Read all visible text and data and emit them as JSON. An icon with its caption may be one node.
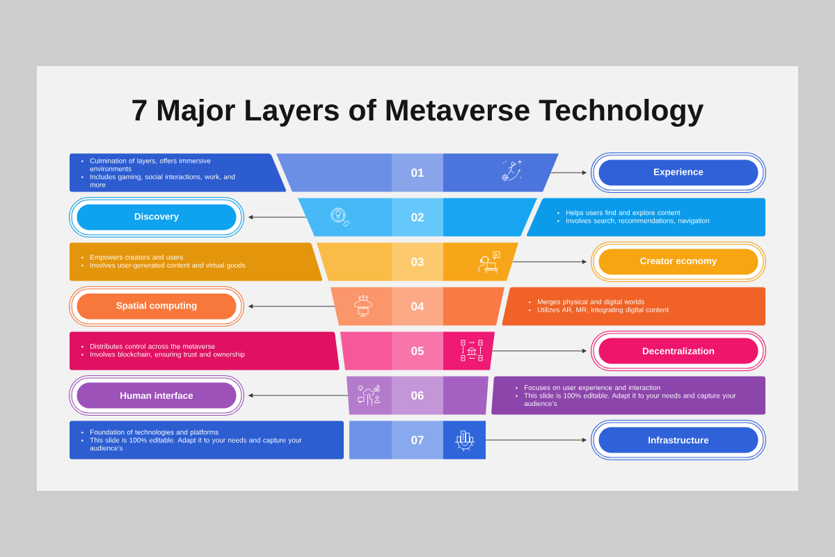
{
  "diagram": {
    "title": "7 Major Layers of Metaverse Technology",
    "nodes": [
      {
        "text": [
          "Culmination of layers, offers immersive environments",
          "Includes gaming, social interactions, work, and more"
        ]
      },
      {
        "text": [
          "01"
        ]
      },
      {
        "text": [
          "Experience"
        ]
      },
      {
        "text": [
          "Discovery"
        ]
      },
      {
        "text": [
          "02"
        ]
      },
      {
        "text": [
          "Helps users find and explore content",
          "Involves search, recommendations, navigation"
        ]
      },
      {
        "text": [
          "Empowers creators and users",
          "Involves user-generated content and virtual goods"
        ]
      },
      {
        "text": [
          "03"
        ]
      },
      {
        "text": [
          "Creator economy"
        ]
      },
      {
        "text": [
          "Spatial computing"
        ]
      },
      {
        "text": [
          "04"
        ]
      },
      {
        "text": [
          "Merges physical and digital worlds",
          "Utilizes AR, MR, integrating digital content"
        ]
      },
      {
        "text": [
          "Distributes control across the metaverse",
          "Involves blockchain, ensuring trust and ownership"
        ]
      },
      {
        "text": [
          "05"
        ]
      },
      {
        "text": [
          "Decentralization"
        ]
      },
      {
        "text": [
          "Human interface"
        ]
      },
      {
        "text": [
          "06"
        ]
      },
      {
        "text": [
          "Focuses on user experience and interaction",
          "This slide is 100% editable. Adapt it to your needs and capture your audience’s"
        ]
      },
      {
        "text": [
          "Foundation of technologies and platforms",
          "This slide is 100% editable. Adapt it to your needs and capture your audience’s"
        ]
      },
      {
        "text": [
          "07"
        ]
      },
      {
        "text": [
          "Infrastructure"
        ]
      }
    ],
    "edges": [
      {
        "from": 1,
        "to": 2,
        "arrow": "to"
      },
      {
        "from": 4,
        "to": 3,
        "arrow": "to"
      },
      {
        "from": 7,
        "to": 8,
        "arrow": "to"
      },
      {
        "from": 10,
        "to": 9,
        "arrow": "to"
      },
      {
        "from": 13,
        "to": 14,
        "arrow": "to"
      },
      {
        "from": 16,
        "to": 15,
        "arrow": "to"
      },
      {
        "from": 19,
        "to": 20,
        "arrow": "to"
      }
    ]
  }
}
